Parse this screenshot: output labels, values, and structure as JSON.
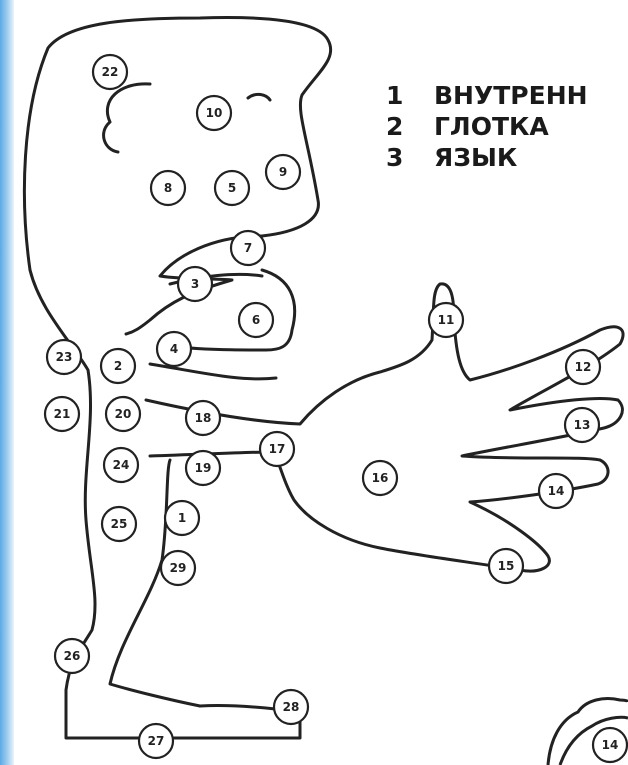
{
  "legend": [
    {
      "num": "1",
      "label": "ВНУТРЕНН"
    },
    {
      "num": "2",
      "label": "ГЛОТКА"
    },
    {
      "num": "3",
      "label": "ЯЗЫК"
    }
  ],
  "points": [
    "22",
    "10",
    "9",
    "8",
    "5",
    "7",
    "3",
    "6",
    "11",
    "4",
    "23",
    "2",
    "12",
    "21",
    "20",
    "18",
    "13",
    "17",
    "24",
    "19",
    "16",
    "14",
    "25",
    "1",
    "29",
    "15",
    "26",
    "28",
    "27",
    "14"
  ],
  "colors": {
    "line": "#222222",
    "band": "#5aa9e6"
  }
}
